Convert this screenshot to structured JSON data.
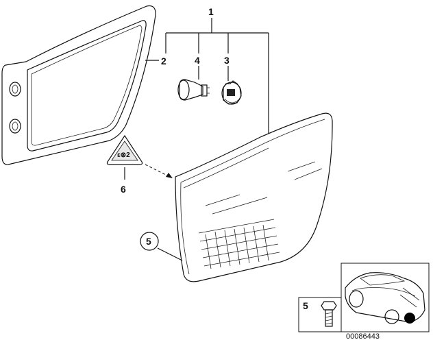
{
  "callouts": {
    "c1": "1",
    "c2": "2",
    "c3": "3",
    "c4": "4",
    "c5": "5",
    "c6": "6",
    "inset_5": "5"
  },
  "diagram_id": "00086443"
}
